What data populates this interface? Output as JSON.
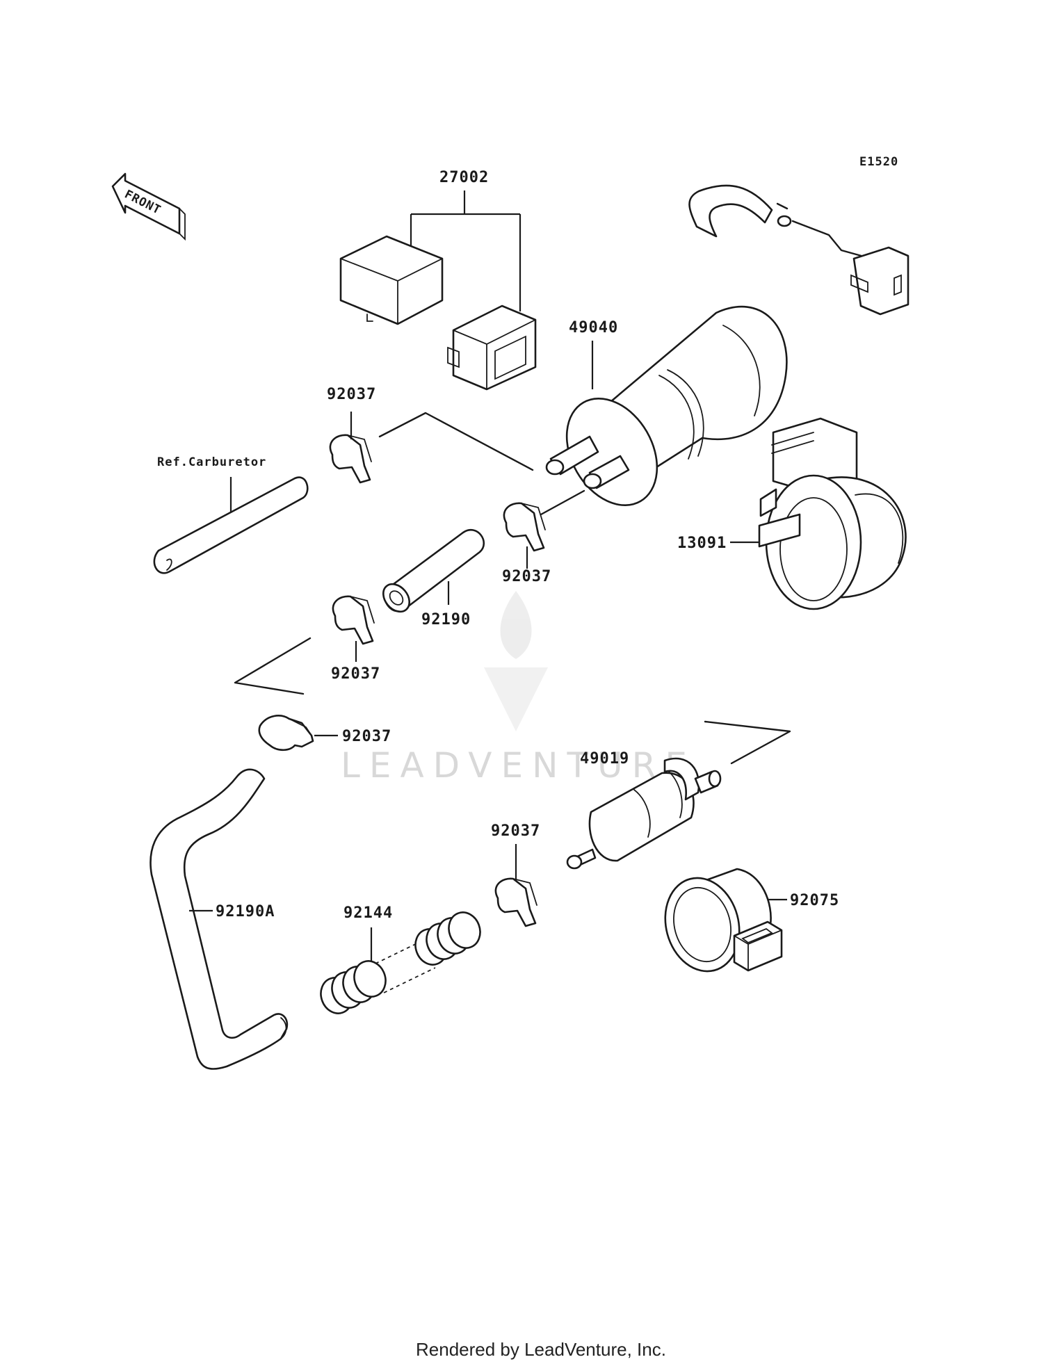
{
  "diagram": {
    "code": "E1520",
    "front_label": "FRONT",
    "reference": "Ref.Carburetor",
    "parts": {
      "p27002": "27002",
      "p49040": "49040",
      "p13091": "13091",
      "p92190": "92190",
      "p92190A": "92190A",
      "p92144": "92144",
      "p49019": "49019",
      "p92075": "92075",
      "p92037": "92037"
    }
  },
  "watermark": "LEADVENTURE",
  "footer": "Rendered by LeadVenture, Inc."
}
